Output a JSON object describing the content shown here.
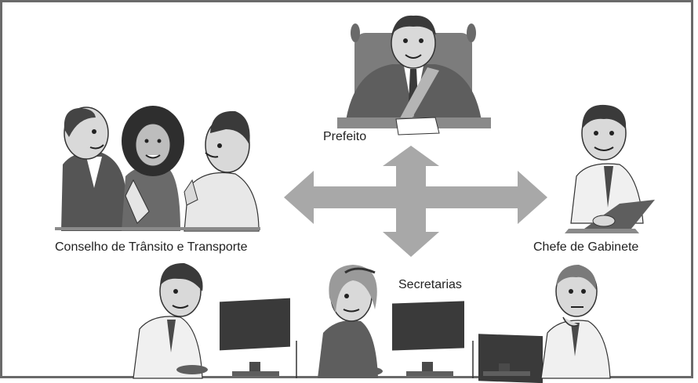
{
  "labels": {
    "mayor": "Prefeito",
    "council": "Conselho de Trânsito e Transporte",
    "chief": "Chefe de Gabinete",
    "secretaries": "Secretarias"
  },
  "colors": {
    "arrow": "#a8a8a8",
    "suit": "#5e5e5e",
    "skin": "#d9d9d9",
    "monitor": "#3a3a3a",
    "frame": "#6a6a6a"
  }
}
